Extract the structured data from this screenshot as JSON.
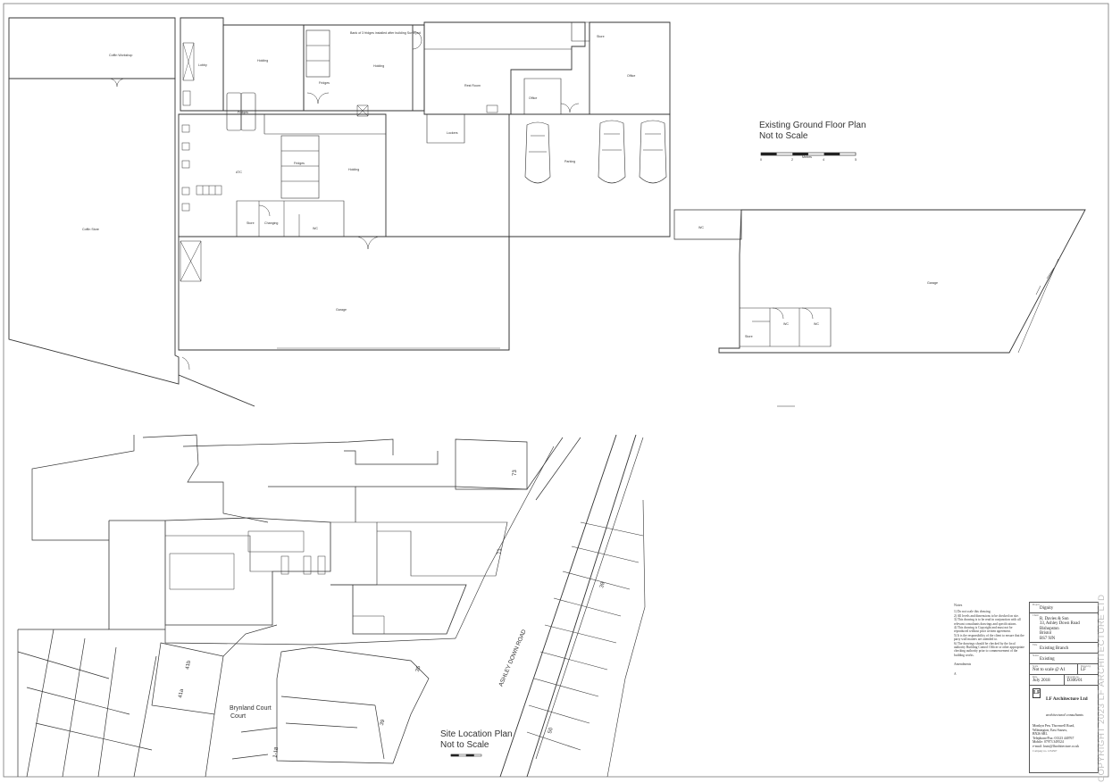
{
  "ground_floor": {
    "title": "Existing Ground Floor Plan",
    "subtitle": "Not to Scale",
    "scale_label": "Metres",
    "scale_ticks": [
      "0",
      "1",
      "2",
      "3",
      "4",
      "5"
    ],
    "rooms": {
      "mezzanine": "Coffin Workshop",
      "coffin_store": "Coffin Store",
      "lobby": "Lobby",
      "holding_top": "Holding",
      "fridges_top": "Fridges",
      "fridges_note": "Bank of 3 fridges installed after building Surveyed",
      "holding_mid": "Holding",
      "fridges_left": "Fridges",
      "atc": "ATC",
      "fridges_center": "Fridges",
      "holding_right": "Holding",
      "store": "Store",
      "changing": "Changing",
      "wc_small": "WC",
      "garage_main": "Garage",
      "rest_room": "Rest Room",
      "office_small": "Office",
      "lockers": "Lockers",
      "store_top": "Store",
      "office_large": "Office",
      "parking": "Parking",
      "wc_right": "WC",
      "garage_right": "Garage",
      "wc_a": "WC",
      "wc_b": "WC",
      "store_bottom": "Store"
    }
  },
  "site_location": {
    "title": "Site Location Plan",
    "subtitle": "Not to Scale",
    "street": "ASHLEY DOWN ROAD",
    "court": "Brynland Court",
    "numbers": {
      "n73": "73",
      "n71": "71",
      "n39": "39",
      "n35": "35",
      "n41b": "41b",
      "n41a": "41a",
      "n39b": "39",
      "n50": "50",
      "n18": "1-18"
    }
  },
  "notes": {
    "heading": "Notes",
    "lines": [
      "1) Do not scale this drawing.",
      "2) All levels and dimensions to be checked on site.",
      "3) This drawing is to be read in conjunction with all relevant consultants drawings and specifications.",
      "4) This drawing is Copyright and must not be reproduced without prior written agreement.",
      "5) It is the responsibility of the client to ensure that the party wall matters are attended to.",
      "6) The drawings should be checked by the local authority Building Control Officer or other appropriate checking authority prior to commencement of the building works."
    ],
    "amendments_label": "Amendments",
    "amendments_value": "A"
  },
  "title_block": {
    "project_caption": "Project",
    "project": "Dignity",
    "client_caption": "Client",
    "client_lines": [
      "R. Davies & Son",
      "33, Ashley Down Road",
      "Bishopston",
      "Bristol",
      "BS7 9JN"
    ],
    "title_caption": "Title",
    "title": "Existing Branch",
    "status_caption": "Status",
    "status": "Existing",
    "scale_caption": "Scale",
    "scale": "Not to scale @ A1",
    "drawn_caption": "Drawn by",
    "drawn": "LF",
    "date_caption": "Date",
    "date": "July 2018",
    "drawing_no_caption": "Drawing no",
    "drawing_no": "D306/01",
    "company": "LF Architecture Ltd",
    "company_sub": "architectural consultants",
    "office_lines": [
      "Monkyn Pen, Thornwell Road,",
      "Wilmington, East Sussex,",
      "BN26 6RL",
      "Telephone/Fax: 01323 440767",
      "Mobile: 07973 349524",
      "e-mail: louis@lfarchitecture.co.uk"
    ],
    "company_no": "Company no. 1234567"
  },
  "copyright": "COPYRIGHT 2023 LF ARCHITECTURE LTD"
}
